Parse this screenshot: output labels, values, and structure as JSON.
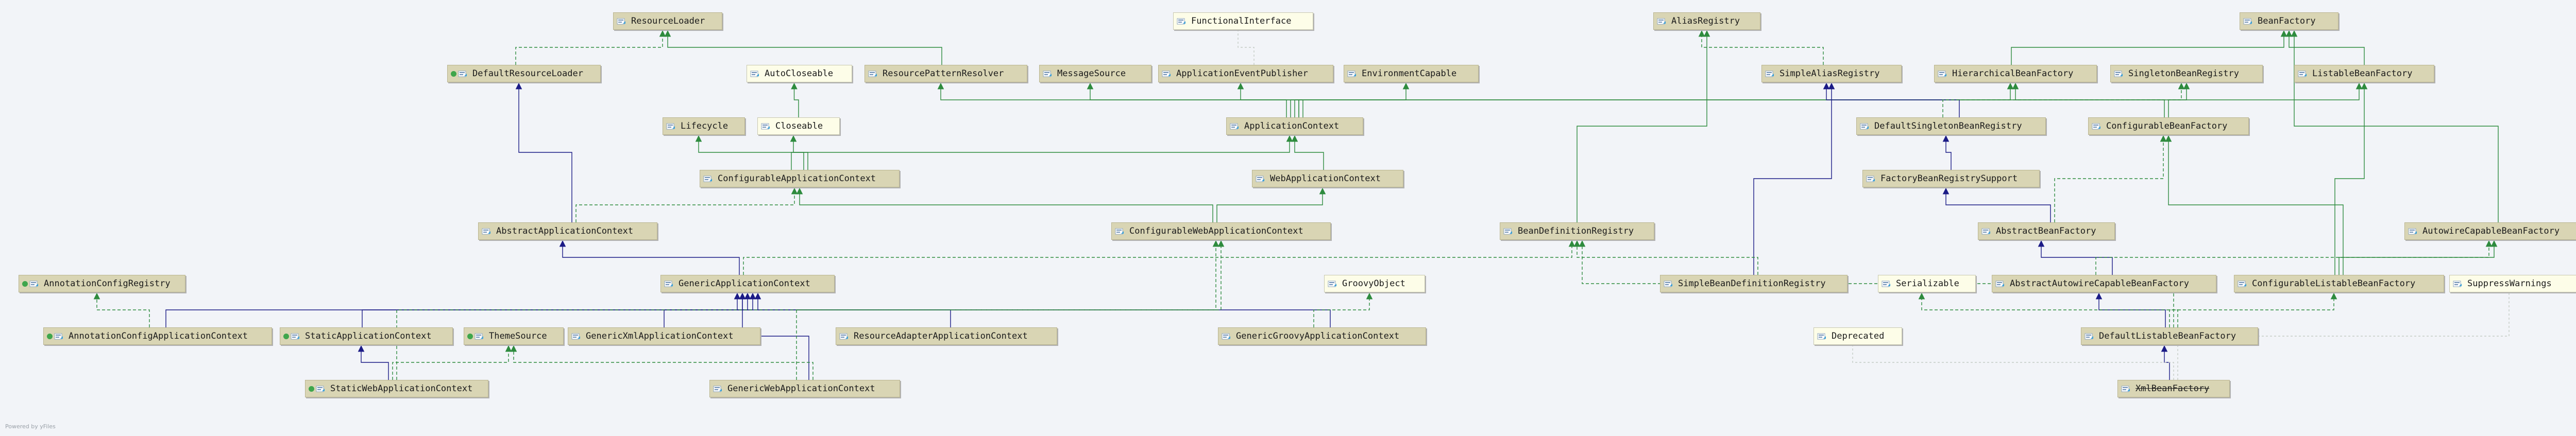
{
  "nodes": [
    {
      "id": "resourceloader",
      "label": "ResourceLoader",
      "kind": "iface"
    },
    {
      "id": "functionalinterface",
      "label": "FunctionalInterface",
      "kind": "java"
    },
    {
      "id": "aliasregistry",
      "label": "AliasRegistry",
      "kind": "iface"
    },
    {
      "id": "beanfactory",
      "label": "BeanFactory",
      "kind": "iface"
    },
    {
      "id": "defaultresourceloader",
      "label": "DefaultResourceLoader",
      "kind": "class"
    },
    {
      "id": "autocloseable",
      "label": "AutoCloseable",
      "kind": "java"
    },
    {
      "id": "resourcepatternresolver",
      "label": "ResourcePatternResolver",
      "kind": "iface"
    },
    {
      "id": "messagesource",
      "label": "MessageSource",
      "kind": "iface"
    },
    {
      "id": "applicationeventpublisher",
      "label": "ApplicationEventPublisher",
      "kind": "iface"
    },
    {
      "id": "environmentcapable",
      "label": "EnvironmentCapable",
      "kind": "iface"
    },
    {
      "id": "simplealiasregistry",
      "label": "SimpleAliasRegistry",
      "kind": "iface"
    },
    {
      "id": "hierarchicalbeanfactory",
      "label": "HierarchicalBeanFactory",
      "kind": "iface"
    },
    {
      "id": "singletonbeanregistry",
      "label": "SingletonBeanRegistry",
      "kind": "iface"
    },
    {
      "id": "listablebeanfactory",
      "label": "ListableBeanFactory",
      "kind": "iface"
    },
    {
      "id": "lifecycle",
      "label": "Lifecycle",
      "kind": "iface"
    },
    {
      "id": "closeable",
      "label": "Closeable",
      "kind": "java"
    },
    {
      "id": "applicationcontext",
      "label": "ApplicationContext",
      "kind": "iface"
    },
    {
      "id": "defaultsingletonbeanregistry",
      "label": "DefaultSingletonBeanRegistry",
      "kind": "iface"
    },
    {
      "id": "configurablebeanfactory",
      "label": "ConfigurableBeanFactory",
      "kind": "iface"
    },
    {
      "id": "configurableapplicationcontext",
      "label": "ConfigurableApplicationContext",
      "kind": "iface"
    },
    {
      "id": "webapplicationcontext",
      "label": "WebApplicationContext",
      "kind": "iface"
    },
    {
      "id": "factorybeanregistrysupport",
      "label": "FactoryBeanRegistrySupport",
      "kind": "iface"
    },
    {
      "id": "abstractapplicationcontext",
      "label": "AbstractApplicationContext",
      "kind": "iface"
    },
    {
      "id": "configurablewebapplicationcontext",
      "label": "ConfigurableWebApplicationContext",
      "kind": "iface"
    },
    {
      "id": "beandefinitionregistry",
      "label": "BeanDefinitionRegistry",
      "kind": "iface"
    },
    {
      "id": "abstractbeanfactory",
      "label": "AbstractBeanFactory",
      "kind": "iface"
    },
    {
      "id": "autowirecapablebeanfactory",
      "label": "AutowireCapableBeanFactory",
      "kind": "iface"
    },
    {
      "id": "annotationconfigregistry",
      "label": "AnnotationConfigRegistry",
      "kind": "class"
    },
    {
      "id": "genericapplicationcontext",
      "label": "GenericApplicationContext",
      "kind": "iface"
    },
    {
      "id": "groovyobject",
      "label": "GroovyObject",
      "kind": "java"
    },
    {
      "id": "simplebeandefinitionregistry",
      "label": "SimpleBeanDefinitionRegistry",
      "kind": "iface"
    },
    {
      "id": "serializable",
      "label": "Serializable",
      "kind": "java"
    },
    {
      "id": "abstractautowirecapablebeanfactory",
      "label": "AbstractAutowireCapableBeanFactory",
      "kind": "iface"
    },
    {
      "id": "configurablelistablebeanfactory",
      "label": "ConfigurableListableBeanFactory",
      "kind": "iface"
    },
    {
      "id": "suppresswarnings",
      "label": "SuppressWarnings",
      "kind": "java"
    },
    {
      "id": "annotationconfigapplicationcontext",
      "label": "AnnotationConfigApplicationContext",
      "kind": "class"
    },
    {
      "id": "staticapplicationcontext",
      "label": "StaticApplicationContext",
      "kind": "class"
    },
    {
      "id": "themesource",
      "label": "ThemeSource",
      "kind": "class"
    },
    {
      "id": "genericxmlapplicationcontext",
      "label": "GenericXmlApplicationContext",
      "kind": "iface"
    },
    {
      "id": "resourceadapterapplicationcontext",
      "label": "ResourceAdapterApplicationContext",
      "kind": "iface"
    },
    {
      "id": "genericgroovyapplicationcontext",
      "label": "GenericGroovyApplicationContext",
      "kind": "iface"
    },
    {
      "id": "deprecated",
      "label": "Deprecated",
      "kind": "java"
    },
    {
      "id": "defaultlistablebeanfactory",
      "label": "DefaultListableBeanFactory",
      "kind": "iface"
    },
    {
      "id": "staticwebapplicationcontext",
      "label": "StaticWebApplicationContext",
      "kind": "class"
    },
    {
      "id": "genericwebapplicationcontext",
      "label": "GenericWebApplicationContext",
      "kind": "iface"
    },
    {
      "id": "xmlbeanfactory",
      "label": "XmlBeanFactory",
      "kind": "iface",
      "deprecated": true
    }
  ],
  "edges": [
    {
      "from": "defaultresourceloader",
      "to": "resourceloader",
      "type": "implements"
    },
    {
      "from": "resourcepatternresolver",
      "to": "resourceloader",
      "type": "extends-iface"
    },
    {
      "from": "closeable",
      "to": "autocloseable",
      "type": "extends-iface"
    },
    {
      "from": "applicationcontext",
      "to": "resourcepatternresolver",
      "type": "extends-iface"
    },
    {
      "from": "applicationcontext",
      "to": "messagesource",
      "type": "extends-iface"
    },
    {
      "from": "applicationcontext",
      "to": "applicationeventpublisher",
      "type": "extends-iface"
    },
    {
      "from": "applicationcontext",
      "to": "environmentcapable",
      "type": "extends-iface"
    },
    {
      "from": "applicationcontext",
      "to": "listablebeanfactory",
      "type": "extends-iface"
    },
    {
      "from": "applicationcontext",
      "to": "hierarchicalbeanfactory",
      "type": "extends-iface"
    },
    {
      "from": "applicationeventpublisher",
      "to": "functionalinterface",
      "type": "annotation"
    },
    {
      "from": "simplealiasregistry",
      "to": "aliasregistry",
      "type": "implements"
    },
    {
      "from": "hierarchicalbeanfactory",
      "to": "beanfactory",
      "type": "extends-iface"
    },
    {
      "from": "listablebeanfactory",
      "to": "beanfactory",
      "type": "extends-iface"
    },
    {
      "from": "autowirecapablebeanfactory",
      "to": "beanfactory",
      "type": "extends-iface"
    },
    {
      "from": "defaultsingletonbeanregistry",
      "to": "simplealiasregistry",
      "type": "extends-class"
    },
    {
      "from": "defaultsingletonbeanregistry",
      "to": "singletonbeanregistry",
      "type": "implements"
    },
    {
      "from": "configurablebeanfactory",
      "to": "hierarchicalbeanfactory",
      "type": "extends-iface"
    },
    {
      "from": "configurablebeanfactory",
      "to": "singletonbeanregistry",
      "type": "extends-iface"
    },
    {
      "from": "configurableapplicationcontext",
      "to": "lifecycle",
      "type": "extends-iface"
    },
    {
      "from": "configurableapplicationcontext",
      "to": "closeable",
      "type": "extends-iface"
    },
    {
      "from": "configurableapplicationcontext",
      "to": "applicationcontext",
      "type": "extends-iface"
    },
    {
      "from": "webapplicationcontext",
      "to": "applicationcontext",
      "type": "extends-iface"
    },
    {
      "from": "factorybeanregistrysupport",
      "to": "defaultsingletonbeanregistry",
      "type": "extends-class"
    },
    {
      "from": "abstractapplicationcontext",
      "to": "defaultresourceloader",
      "type": "extends-class"
    },
    {
      "from": "abstractapplicationcontext",
      "to": "configurableapplicationcontext",
      "type": "implements"
    },
    {
      "from": "configurablewebapplicationcontext",
      "to": "configurableapplicationcontext",
      "type": "extends-iface"
    },
    {
      "from": "configurablewebapplicationcontext",
      "to": "webapplicationcontext",
      "type": "extends-iface"
    },
    {
      "from": "beandefinitionregistry",
      "to": "aliasregistry",
      "type": "extends-iface"
    },
    {
      "from": "abstractbeanfactory",
      "to": "factorybeanregistrysupport",
      "type": "extends-class"
    },
    {
      "from": "abstractbeanfactory",
      "to": "configurablebeanfactory",
      "type": "implements"
    },
    {
      "from": "genericapplicationcontext",
      "to": "abstractapplicationcontext",
      "type": "extends-class"
    },
    {
      "from": "genericapplicationcontext",
      "to": "beandefinitionregistry",
      "type": "implements"
    },
    {
      "from": "simplebeandefinitionregistry",
      "to": "simplealiasregistry",
      "type": "extends-class"
    },
    {
      "from": "simplebeandefinitionregistry",
      "to": "beandefinitionregistry",
      "type": "implements"
    },
    {
      "from": "abstractautowirecapablebeanfactory",
      "to": "abstractbeanfactory",
      "type": "extends-class"
    },
    {
      "from": "abstractautowirecapablebeanfactory",
      "to": "autowirecapablebeanfactory",
      "type": "implements"
    },
    {
      "from": "configurablelistablebeanfactory",
      "to": "listablebeanfactory",
      "type": "extends-iface"
    },
    {
      "from": "configurablelistablebeanfactory",
      "to": "autowirecapablebeanfactory",
      "type": "extends-iface"
    },
    {
      "from": "configurablelistablebeanfactory",
      "to": "configurablebeanfactory",
      "type": "extends-iface"
    },
    {
      "from": "annotationconfigapplicationcontext",
      "to": "genericapplicationcontext",
      "type": "extends-class"
    },
    {
      "from": "annotationconfigapplicationcontext",
      "to": "annotationconfigregistry",
      "type": "implements"
    },
    {
      "from": "staticapplicationcontext",
      "to": "genericapplicationcontext",
      "type": "extends-class"
    },
    {
      "from": "genericxmlapplicationcontext",
      "to": "genericapplicationcontext",
      "type": "extends-class"
    },
    {
      "from": "resourceadapterapplicationcontext",
      "to": "genericapplicationcontext",
      "type": "extends-class"
    },
    {
      "from": "genericgroovyapplicationcontext",
      "to": "genericapplicationcontext",
      "type": "extends-class"
    },
    {
      "from": "genericgroovyapplicationcontext",
      "to": "groovyobject",
      "type": "implements"
    },
    {
      "from": "defaultlistablebeanfactory",
      "to": "abstractautowirecapablebeanfactory",
      "type": "extends-class"
    },
    {
      "from": "defaultlistablebeanfactory",
      "to": "configurablelistablebeanfactory",
      "type": "implements"
    },
    {
      "from": "defaultlistablebeanfactory",
      "to": "beandefinitionregistry",
      "type": "implements"
    },
    {
      "from": "defaultlistablebeanfactory",
      "to": "serializable",
      "type": "implements"
    },
    {
      "from": "staticwebapplicationcontext",
      "to": "staticapplicationcontext",
      "type": "extends-class"
    },
    {
      "from": "staticwebapplicationcontext",
      "to": "themesource",
      "type": "implements"
    },
    {
      "from": "staticwebapplicationcontext",
      "to": "configurablewebapplicationcontext",
      "type": "implements"
    },
    {
      "from": "genericwebapplicationcontext",
      "to": "genericapplicationcontext",
      "type": "extends-class"
    },
    {
      "from": "genericwebapplicationcontext",
      "to": "themesource",
      "type": "implements"
    },
    {
      "from": "genericwebapplicationcontext",
      "to": "configurablewebapplicationcontext",
      "type": "implements"
    },
    {
      "from": "xmlbeanfactory",
      "to": "defaultlistablebeanfactory",
      "type": "extends-class"
    },
    {
      "from": "xmlbeanfactory",
      "to": "deprecated",
      "type": "annotation"
    },
    {
      "from": "xmlbeanfactory",
      "to": "suppresswarnings",
      "type": "annotation"
    }
  ],
  "colors": {
    "extends_class": "#1b1b86",
    "extends_iface": "#2e8b3e",
    "implements": "#2e8b3e",
    "annotation": "#c5ccc5"
  },
  "watermark": "Powered by yFiles"
}
